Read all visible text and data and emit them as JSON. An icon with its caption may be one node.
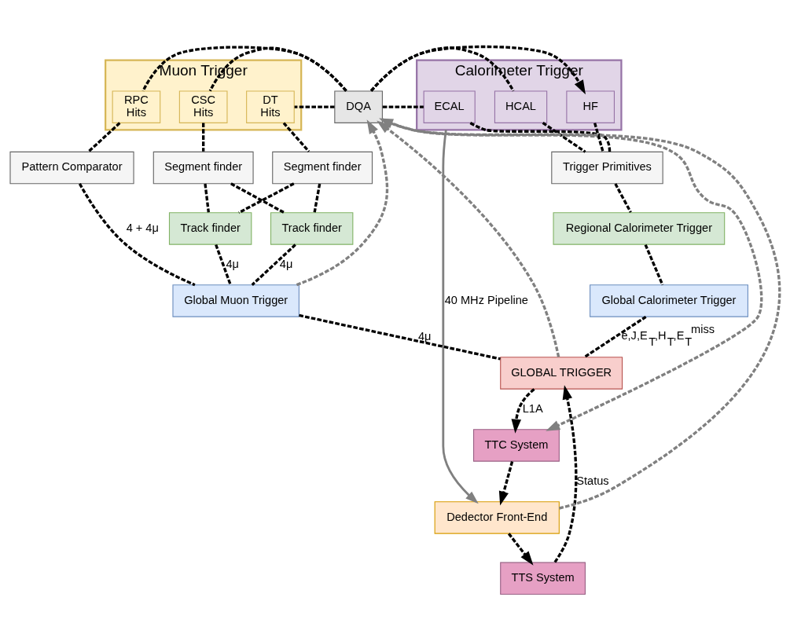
{
  "diagram": {
    "nodes": [
      {
        "text": [
          "DQA"
        ]
      },
      {
        "text": [
          "Muon Trigger"
        ]
      },
      {
        "text": [
          "RPC",
          "Hits"
        ],
        "in": 1
      },
      {
        "text": [
          "CSC",
          "Hits"
        ],
        "in": 1
      },
      {
        "text": [
          "DT",
          "Hits"
        ],
        "in": 1
      },
      {
        "text": [
          "Calorimeter Trigger"
        ]
      },
      {
        "text": [
          "ECAL"
        ],
        "in": 5
      },
      {
        "text": [
          "HCAL"
        ],
        "in": 5
      },
      {
        "text": [
          "HF"
        ],
        "in": 5
      },
      {
        "text": [
          "Pattern Comparator"
        ]
      },
      {
        "text": [
          "Segment finder"
        ]
      },
      {
        "text": [
          "Segment finder"
        ]
      },
      {
        "text": [
          "Trigger Primitives"
        ]
      },
      {
        "text": [
          "Track finder"
        ]
      },
      {
        "text": [
          "Track finder"
        ]
      },
      {
        "text": [
          "Regional Calorimeter Trigger"
        ]
      },
      {
        "text": [
          "Global Muon Trigger"
        ]
      },
      {
        "text": [
          "Global Calorimeter Trigger"
        ]
      },
      {
        "text": [
          "GLOBAL TRIGGER"
        ]
      },
      {
        "text": [
          "TTC System"
        ]
      },
      {
        "text": [
          "TTS System"
        ]
      },
      {
        "text": [
          "Dedector Front-End"
        ]
      }
    ],
    "edges": [
      {
        "from": 0,
        "to": 2,
        "arrow": "none",
        "style": "dashed"
      },
      {
        "from": 0,
        "to": 3,
        "arrow": "none",
        "style": "dashed"
      },
      {
        "from": 0,
        "to": 4,
        "arrow": "none",
        "style": "dashed"
      },
      {
        "from": 0,
        "to": 6,
        "arrow": "none",
        "style": "dashed"
      },
      {
        "from": 0,
        "to": 7,
        "arrow": "none",
        "style": "dashed"
      },
      {
        "from": 0,
        "to": 8,
        "arrow": "to",
        "style": "dashed"
      },
      {
        "from": 2,
        "to": 9,
        "arrow": "none",
        "style": "dashed"
      },
      {
        "from": 3,
        "to": 10,
        "arrow": "none",
        "style": "dashed"
      },
      {
        "from": 4,
        "to": 11,
        "arrow": "none",
        "style": "dashed"
      },
      {
        "from": 6,
        "to": 12,
        "arrow": "none",
        "style": "dashed"
      },
      {
        "from": 7,
        "to": 12,
        "arrow": "none",
        "style": "dashed"
      },
      {
        "from": 8,
        "to": 12,
        "arrow": "none",
        "style": "dashed"
      },
      {
        "from": 10,
        "to": 13,
        "arrow": "none",
        "style": "dashed"
      },
      {
        "from": 10,
        "to": 14,
        "arrow": "none",
        "style": "dashed"
      },
      {
        "from": 11,
        "to": 13,
        "arrow": "none",
        "style": "dashed"
      },
      {
        "from": 11,
        "to": 14,
        "arrow": "none",
        "style": "dashed"
      },
      {
        "from": 12,
        "to": 15,
        "arrow": "none",
        "style": "dashed"
      },
      {
        "from": 9,
        "to": 16,
        "label": "4 + 4μ",
        "arrow": "none",
        "style": "dashed"
      },
      {
        "from": 13,
        "to": 16,
        "label": "4μ",
        "arrow": "none",
        "style": "dashed"
      },
      {
        "from": 14,
        "to": 16,
        "label": "4μ",
        "arrow": "none",
        "style": "dashed"
      },
      {
        "from": 15,
        "to": 17,
        "arrow": "none",
        "style": "dashed"
      },
      {
        "from": 16,
        "to": 18,
        "label": "4μ",
        "arrow": "none",
        "style": "dashed"
      },
      {
        "from": 17,
        "to": 18,
        "label": "e,J,E$_{T}$,H$_{T}$,E$_{T}$$^{miss}$",
        "arrow": "none",
        "style": "dashed"
      },
      {
        "from": 18,
        "to": 19,
        "label": "L1A",
        "arrow": "to",
        "style": "dashed"
      },
      {
        "from": 20,
        "to": 18,
        "label": "Status",
        "arrow": "to",
        "style": "dashed"
      },
      {
        "from": 19,
        "to": 21,
        "arrow": "to",
        "style": "dashed"
      },
      {
        "from": 21,
        "to": 20,
        "arrow": "to",
        "style": "dashed"
      },
      {
        "from": 16,
        "to": 0,
        "arrow": "to",
        "style": "dashed",
        "color": "#808080"
      },
      {
        "from": 18,
        "to": 0,
        "arrow": "to",
        "style": "dashed",
        "color": "#808080"
      },
      {
        "from": 0,
        "to": 19,
        "arrow": "to",
        "style": "dashed",
        "color": "#808080"
      },
      {
        "from": 21,
        "to": 0,
        "arrow": "to",
        "style": "dashed",
        "color": "#808080"
      },
      {
        "from": 5,
        "to": 21,
        "label": "40 MHz Pipeline",
        "arrow": "to",
        "color": "#808080"
      }
    ]
  }
}
